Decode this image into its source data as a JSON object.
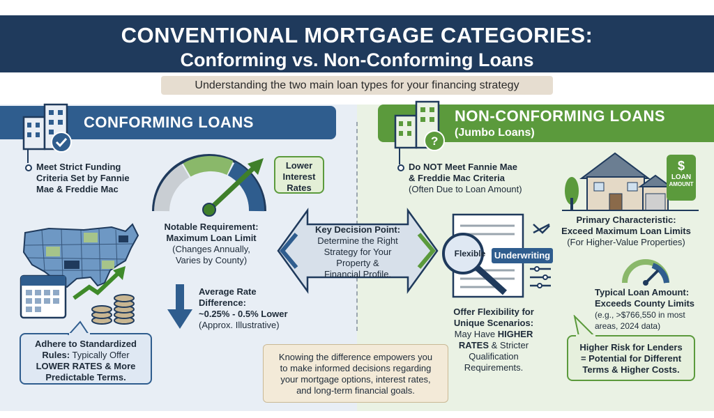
{
  "header": {
    "title_line1": "CONVENTIONAL MORTGAGE CATEGORIES:",
    "title_line2": "Conforming vs. Non-Conforming Loans",
    "subtitle": "Understanding the two main loan types for your financing strategy"
  },
  "left": {
    "heading": "CONFORMING LOANS",
    "bullet_line1": "Meet Strict Funding",
    "bullet_line2": "Criteria Set by Fannie",
    "bullet_line3": "Mae & Freddie Mac",
    "gauge_label_line1": "Lower",
    "gauge_label_line2": "Interest",
    "gauge_label_line3": "Rates",
    "requirement_line1": "Notable Requirement:",
    "requirement_line2": "Maximum Loan Limit",
    "requirement_line3": "(Changes Annually,",
    "requirement_line4": "Varies by County)",
    "rate_line1": "Average Rate",
    "rate_line2": "Difference:",
    "rate_line3": "~0.25% - 0.5% Lower",
    "rate_line4": "(Approx. Illustrative)",
    "callout_line1": "Adhere to Standardized",
    "callout_line2a": "Rules:",
    "callout_line2b": " Typically Offer",
    "callout_line3": "LOWER RATES & More",
    "callout_line4": "Predictable Terms."
  },
  "center": {
    "decision_line1": "Key Decision Point:",
    "decision_line2": "Determine the Right",
    "decision_line3": "Strategy for Your",
    "decision_line4": "Property &",
    "decision_line5": "Financial Profile.",
    "note_line1": "Knowing the difference empowers you",
    "note_line2": "to make informed decisions regarding",
    "note_line3": "your mortgage options, interest rates,",
    "note_line4": "and long-term financial goals."
  },
  "right": {
    "heading": "NON-CONFORMING LOANS",
    "heading_sub": "(Jumbo Loans)",
    "bullet_line1": "Do NOT Meet Fannie Mae",
    "bullet_line2": "& Freddie Mac Criteria",
    "bullet_line3": "(Often Due to Loan Amount)",
    "tag_line1": "$",
    "tag_line2": "LOAN",
    "tag_line3": "AMOUNT",
    "flexible_label": "Flexible",
    "underwriting_label": "Underwriting",
    "primary_line1": "Primary Characteristic:",
    "primary_line2": "Exceed Maximum Loan Limits",
    "primary_line3": "(For Higher-Value Properties)",
    "typical_line1": "Typical Loan Amount:",
    "typical_line2": "Exceeds County Limits",
    "typical_line3": "(e.g., >$766,550 in most",
    "typical_line4": "areas, 2024 data)",
    "flex_line1": "Offer Flexibility for",
    "flex_line2": "Unique Scenarios:",
    "flex_line3a": "May Have ",
    "flex_line3b": "HIGHER",
    "flex_line4a": "RATES",
    "flex_line4b": " & Stricter",
    "flex_line5": "Qualification",
    "flex_line6": "Requirements.",
    "risk_line1": "Higher Risk for Lenders",
    "risk_line2": "= Potential for Different",
    "risk_line3": "Terms & Higher Costs."
  },
  "colors": {
    "navy": "#1f3a5c",
    "blue": "#2f5d8e",
    "green": "#5b9a3c",
    "tan": "#e6ddd0"
  }
}
